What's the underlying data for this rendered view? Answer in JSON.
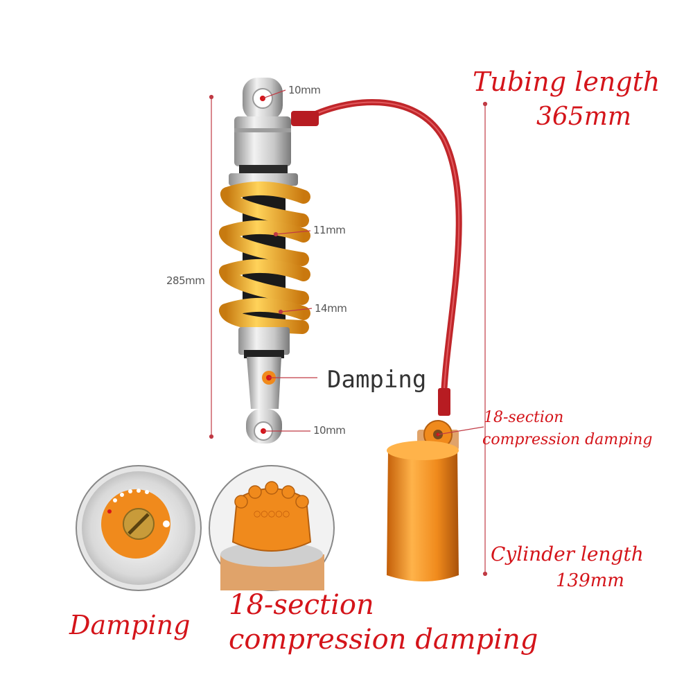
{
  "dimensions": {
    "top_eye": "10mm",
    "spring_wire": "11mm",
    "spring_body": "14mm",
    "total_length": "285mm",
    "bottom_eye": "10mm"
  },
  "labels": {
    "damping_main": "Damping",
    "tubing_line1": "Tubing length",
    "tubing_line2": "365mm",
    "comp_line1": "18-section",
    "comp_line2": "compression damping",
    "cylinder_line1": "Cylinder length",
    "cylinder_line2": "139mm",
    "detail_left": "Damping",
    "detail_right_line1": "18-section",
    "detail_right_line2": "compression damping"
  },
  "colors": {
    "spring": "#f5a623",
    "reservoir": "#f08a1c",
    "hose": "#c0262a",
    "accent_text": "#d4141a",
    "dim_line": "#c03a44"
  }
}
